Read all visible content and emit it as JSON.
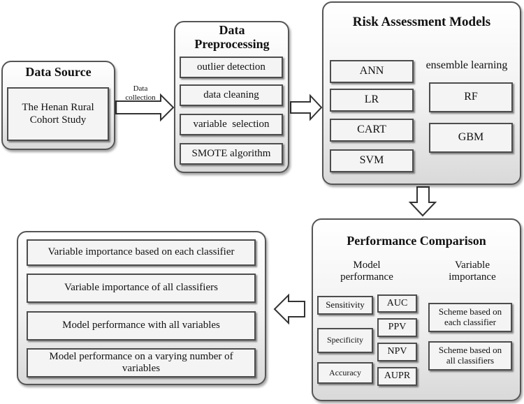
{
  "data_source": {
    "title": "Data Source",
    "box": "The Henan Rural Cohort Study"
  },
  "arrow_label": {
    "line1": "Data",
    "line2": "collection"
  },
  "preprocessing": {
    "title": "Data Preprocessing",
    "items": [
      "outlier detection",
      "data cleaning",
      "variable  selection",
      "SMOTE algorithm"
    ]
  },
  "risk_models": {
    "title": "Risk Assessment Models",
    "ensemble_label": "ensemble learning",
    "left_models": [
      "ANN",
      "LR",
      "CART",
      "SVM"
    ],
    "right_models": [
      "RF",
      "GBM"
    ]
  },
  "performance": {
    "title": "Performance Comparison",
    "model_perf_label": "Model performance",
    "var_imp_label": "Variable importance",
    "left_metrics": [
      "Sensitivity",
      "Specificity",
      "Accuracy"
    ],
    "right_metrics": [
      "AUC",
      "PPV",
      "NPV",
      "AUPR"
    ],
    "schemes": [
      "Scheme based on each classifier",
      "Scheme based on all classifiers"
    ]
  },
  "outputs": {
    "items": [
      "Variable importance based on each classifier",
      "Variable importance of all classifiers",
      "Model performance with all variables",
      "Model performance on a varying number of variables"
    ]
  }
}
